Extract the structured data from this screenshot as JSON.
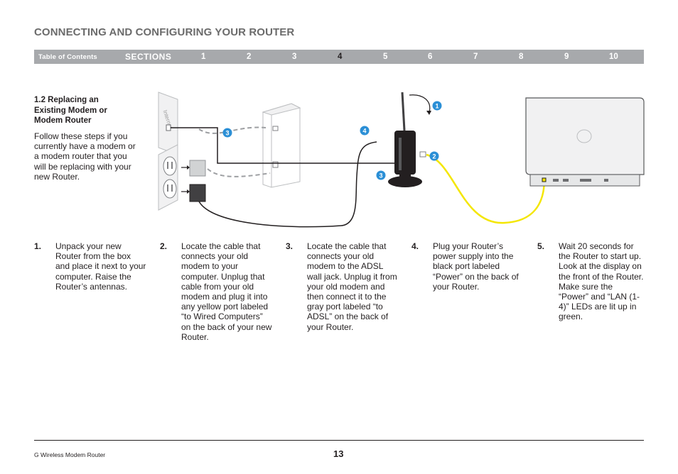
{
  "header": {
    "title": "CONNECTING AND CONFIGURING YOUR ROUTER"
  },
  "nav": {
    "toc_label": "Table of Contents",
    "sections_label": "SECTIONS",
    "numbers": [
      "1",
      "2",
      "3",
      "4",
      "5",
      "6",
      "7",
      "8",
      "9",
      "10"
    ],
    "active": "4"
  },
  "section": {
    "heading": "1.2 Replacing an Existing Modem or Modem Router",
    "intro": "Follow these steps if you currently have a modem or a modem router that you will be replacing with your new Router."
  },
  "diagram": {
    "wall_label": "Internet",
    "callouts": [
      "1",
      "2",
      "3",
      "4",
      "3"
    ],
    "colors": {
      "yellow_cable": "#f4e600",
      "callout": "#2b8fd6",
      "black_cable": "#231f20",
      "gray_cable": "#9d9fa2"
    }
  },
  "steps": [
    {
      "num": "1.",
      "text": "Unpack your new Router from the box and place it next to your computer. Raise the Router’s antennas."
    },
    {
      "num": "2.",
      "text": "Locate the cable that connects your old modem to your computer. Unplug that cable from your old modem and plug it into any yellow port labeled “to Wired Computers” on the back of your new Router."
    },
    {
      "num": "3.",
      "text": "Locate the cable that connects your old modem to the ADSL wall jack. Unplug it from your old modem and then connect it to the gray port labeled “to ADSL” on the back of your Router."
    },
    {
      "num": "4.",
      "text": "Plug your Router’s power supply into the black port labeled “Power” on the back of your Router."
    },
    {
      "num": "5.",
      "text": "Wait 20 seconds for the Router to start up. Look at the display on the front of the Router. Make sure the “Power” and “LAN (1-4)” LEDs are lit up in green."
    }
  ],
  "footer": {
    "product": "G Wireless Modem Router",
    "page": "13"
  }
}
